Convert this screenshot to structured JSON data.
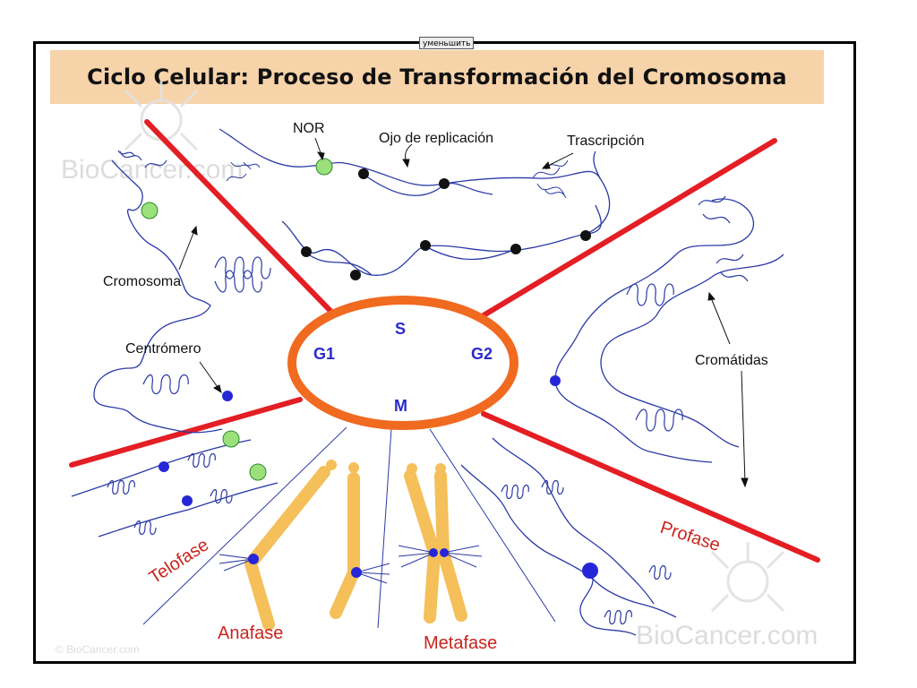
{
  "tooltip": "уменьшить",
  "title": "Ciclo Celular: Proceso de Transformación del Cromosoma",
  "cycle": {
    "s": "S",
    "g1": "G1",
    "g2": "G2",
    "m": "M"
  },
  "labels": {
    "nor": "NOR",
    "ojo": "Ojo de replicación",
    "trascripcion": "Trascripción",
    "cromosoma": "Cromosoma",
    "centromero": "Centrómero",
    "cromatidas": "Cromátidas"
  },
  "phases": {
    "telofase": "Telofase",
    "anafase": "Anafase",
    "metafase": "Metafase",
    "profase": "Profase"
  },
  "watermark": {
    "brand": "BioCancer.com",
    "copyright": "© BioCancer.com"
  },
  "colors": {
    "title_bg": "#f7d3a9",
    "red_lines": "#e31e24",
    "ellipse": "#f06a20",
    "chromosome": "#f5bf5a",
    "thread": "#2b3aa6",
    "nor_dot": "#9be07a",
    "centromere": "#2626d9",
    "phase_text": "#c8251e"
  }
}
